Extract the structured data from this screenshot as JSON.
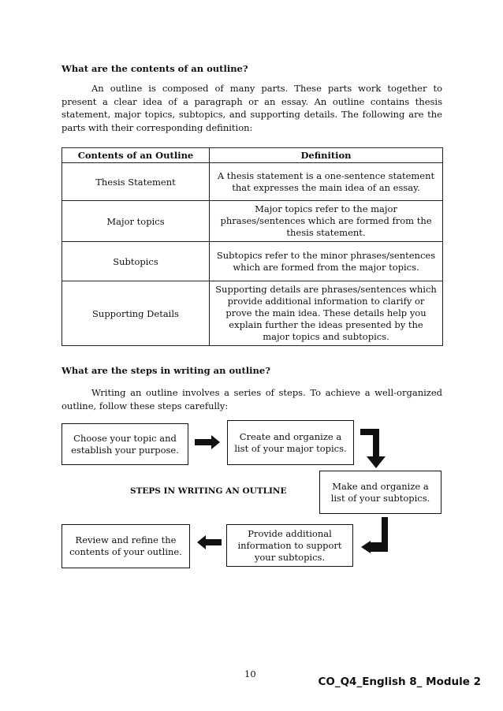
{
  "section1": {
    "heading": "What are the contents of an outline?",
    "paragraph": "An outline is composed of many parts. These parts work together to present a clear idea of a paragraph or an essay. An outline contains thesis statement, major topics, subtopics, and supporting details. The following are the parts with their corresponding definition:"
  },
  "table": {
    "headers": [
      "Contents of an Outline",
      "Definition"
    ],
    "rows": [
      {
        "term": "Thesis Statement",
        "definition": "A thesis statement is a one-sentence statement that expresses the main idea of an essay."
      },
      {
        "term": "Major topics",
        "definition": "Major topics refer to the major phrases/sentences which are formed from the thesis statement."
      },
      {
        "term": "Subtopics",
        "definition": "Subtopics refer to the minor phrases/sentences which are formed from the major topics."
      },
      {
        "term": "Supporting Details",
        "definition": "Supporting details are phrases/sentences which provide additional information to clarify or prove the main idea. These details help you explain further the ideas presented by the major topics and subtopics."
      }
    ]
  },
  "section2": {
    "heading": "What are the steps in writing an outline?",
    "paragraph": "Writing an outline involves a series of steps. To achieve a well-organized outline, follow these steps carefully:"
  },
  "diagram": {
    "title": "STEPS IN WRITING AN OUTLINE",
    "steps": [
      "Choose your topic and establish your purpose.",
      "Create and organize a list of your major topics.",
      "Make and organize a list of your subtopics.",
      "Provide additional information to support your subtopics.",
      "Review and refine the contents of your outline."
    ]
  },
  "footer": {
    "page_number": "10",
    "module_code": "CO_Q4_English 8_ Module 2"
  }
}
